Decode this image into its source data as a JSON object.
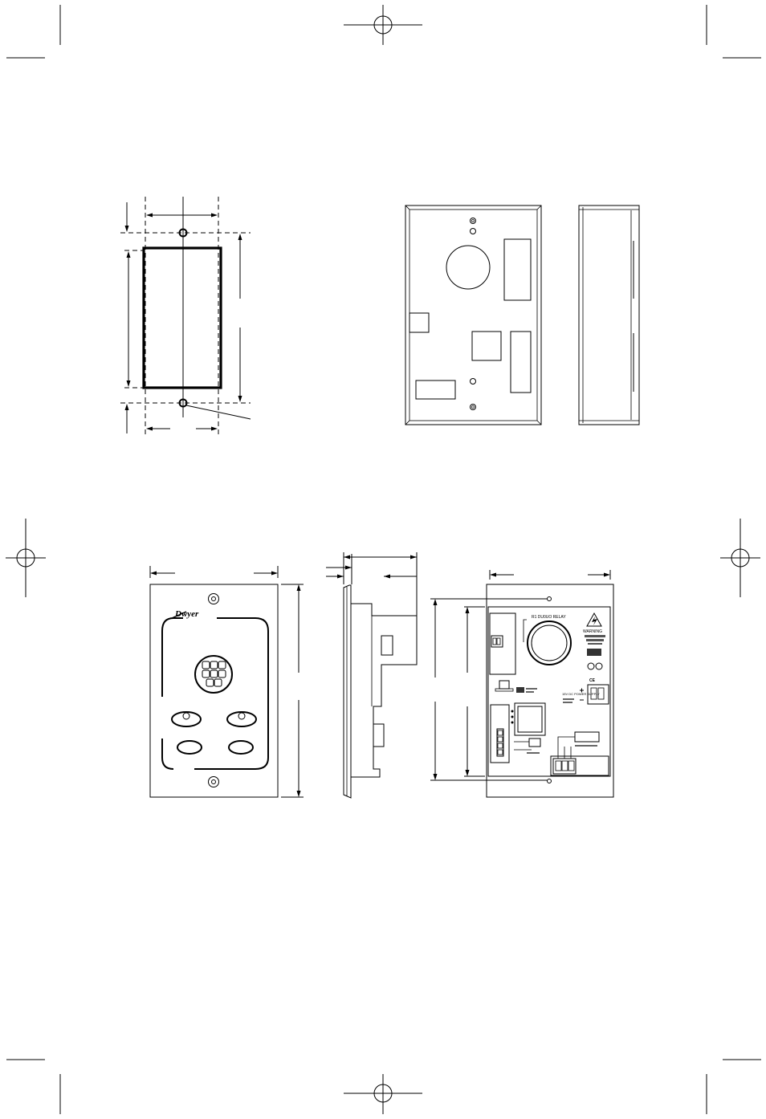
{
  "faceplate": {
    "logo": "Dwyer"
  },
  "pcb": {
    "relay_label": "R1 DU0UO RELAY",
    "warning_label": "WARNING",
    "power_supply_label": "15V DC POWER SUPPLY",
    "ce_mark": "CE"
  }
}
